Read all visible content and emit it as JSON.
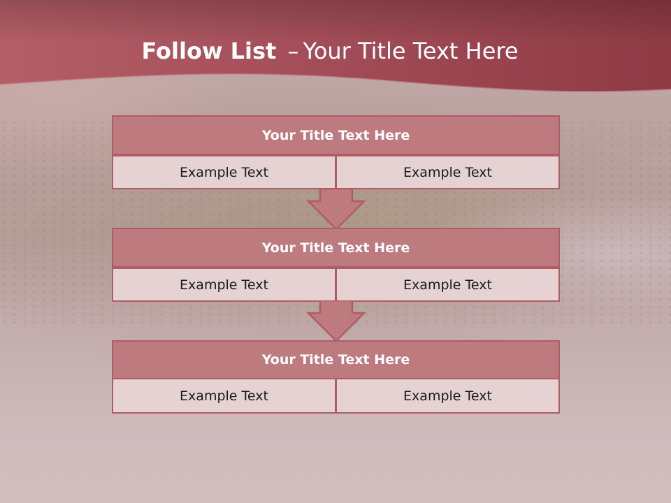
{
  "slide": {
    "title_bold": "Follow List",
    "title_separator": "–",
    "title_rest": "Your Title Text Here"
  },
  "colors": {
    "banner": "#9e4a54",
    "block_title": "#bd7b80",
    "block_border": "#b05c63",
    "cell_fill": "#e6d2d3"
  },
  "steps": [
    {
      "title": "Your Title Text Here",
      "left": "Example Text",
      "right": "Example Text"
    },
    {
      "title": "Your Title Text Here",
      "left": "Example Text",
      "right": "Example Text"
    },
    {
      "title": "Your Title Text Here",
      "left": "Example Text",
      "right": "Example Text"
    }
  ]
}
